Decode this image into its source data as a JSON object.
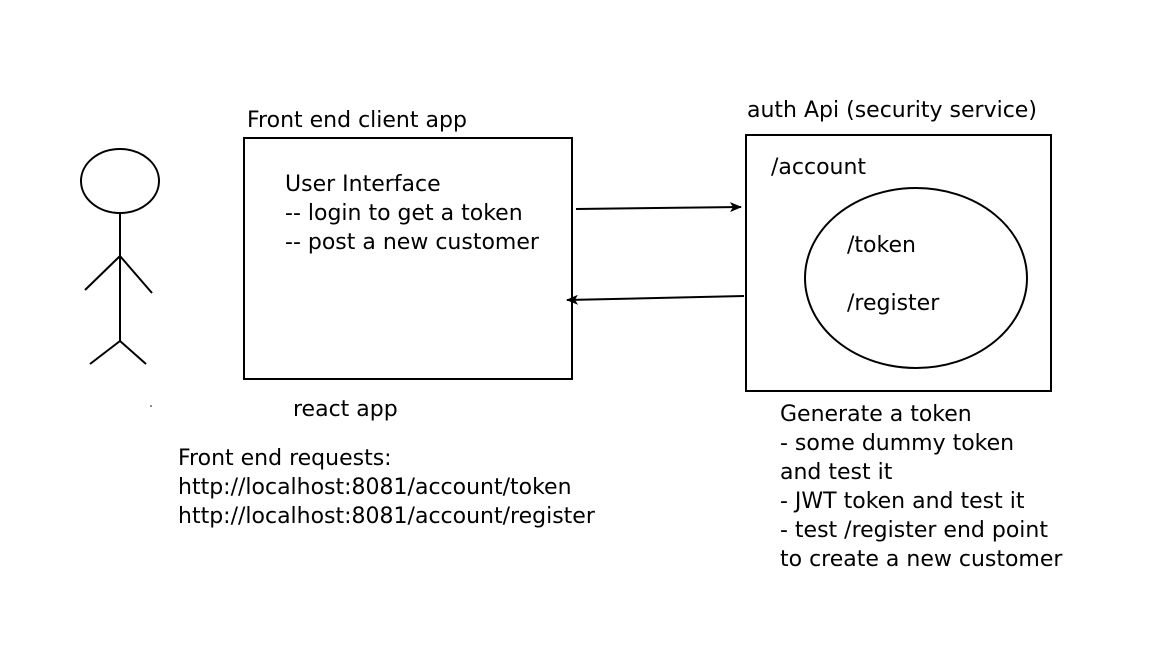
{
  "frontend": {
    "title": "Front end client app",
    "ui_lines": [
      "User Interface",
      "-- login to get a token",
      "-- post a new customer"
    ],
    "caption": "react app"
  },
  "requests": {
    "lines": [
      "Front end requests:",
      "http://localhost:8081/account/token",
      "http://localhost:8081/account/register"
    ]
  },
  "auth_api": {
    "title": "auth Api (security service)",
    "account_label": "/account",
    "endpoints": [
      "/token",
      "/register"
    ],
    "notes": [
      "Generate a token",
      "- some dummy token",
      "and test it",
      "- JWT token and test it",
      "- test /register end point",
      "to create a new customer"
    ]
  },
  "colors": {
    "stroke": "#000000",
    "background": "#ffffff"
  }
}
